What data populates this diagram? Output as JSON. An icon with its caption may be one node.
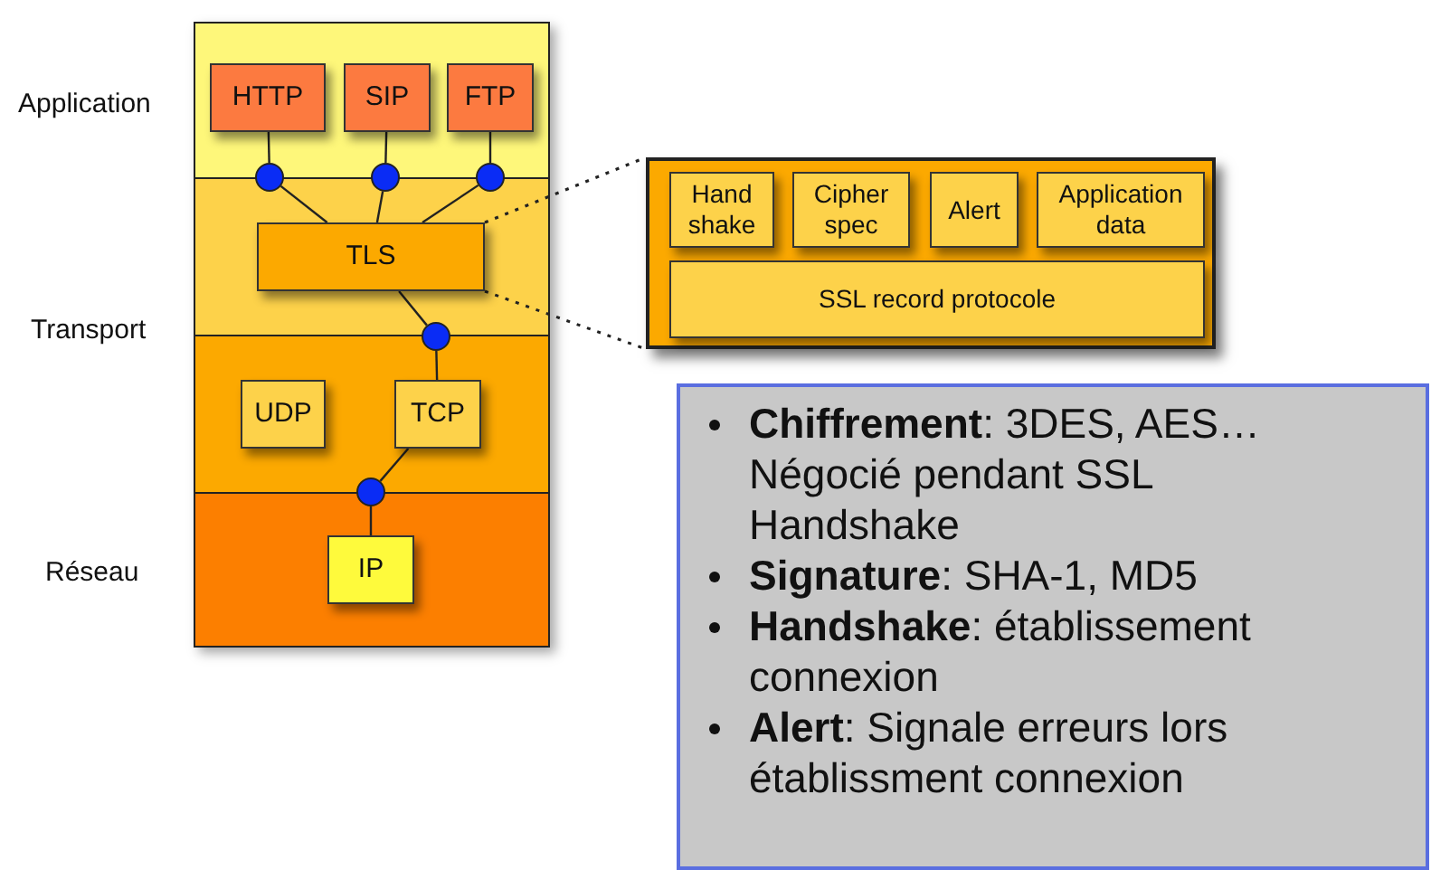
{
  "diagram": {
    "nodes": [
      {
        "text": [
          "HTTP"
        ]
      },
      {
        "text": [
          "SIP"
        ]
      },
      {
        "text": [
          "FTP"
        ]
      },
      {
        "text": [],
        "shape": "circle"
      },
      {
        "text": [],
        "shape": "circle"
      },
      {
        "text": [],
        "shape": "circle"
      },
      {
        "text": [
          "TLS"
        ]
      },
      {
        "text": [],
        "shape": "circle"
      },
      {
        "text": [
          "UDP"
        ]
      },
      {
        "text": [
          "TCP"
        ]
      },
      {
        "text": [],
        "shape": "circle"
      },
      {
        "text": [
          "IP"
        ]
      },
      {
        "text": [],
        "shape": "box"
      },
      {
        "text": [
          "Hand shake"
        ],
        "in": 12
      },
      {
        "text": [
          "Cipher spec"
        ],
        "in": 12
      },
      {
        "text": [
          "Alert"
        ],
        "in": 12
      },
      {
        "text": [
          "Application data"
        ],
        "in": 12
      },
      {
        "text": [
          "SSL record protocole"
        ],
        "in": 12
      },
      {
        "text": [
          "**Chiffrement**: 3DES, AES… Négocié pendant SSL Handshake",
          "**Signature**: SHA-1, MD5",
          "**Handshake**: établissement connexion",
          "**Alert**: Signale erreurs lors établissment connexion"
        ]
      }
    ],
    "edges": [
      {
        "from": 0,
        "to": 3,
        "arrow": "none"
      },
      {
        "from": 1,
        "to": 4,
        "arrow": "none"
      },
      {
        "from": 2,
        "to": 5,
        "arrow": "none"
      },
      {
        "from": 3,
        "to": 6,
        "arrow": "none"
      },
      {
        "from": 4,
        "to": 6,
        "arrow": "none"
      },
      {
        "from": 5,
        "to": 6,
        "arrow": "none"
      },
      {
        "from": 6,
        "to": 7,
        "arrow": "none"
      },
      {
        "from": 7,
        "to": 9,
        "arrow": "none"
      },
      {
        "from": 9,
        "to": 10,
        "arrow": "none"
      },
      {
        "from": 10,
        "to": 11,
        "arrow": "none"
      },
      {
        "from": 6,
        "to": 12,
        "arrow": "none",
        "style": "dashed"
      },
      {
        "from": 6,
        "to": 12,
        "arrow": "none",
        "style": "dashed"
      }
    ],
    "labels": [
      "Application",
      "Transport",
      "Réseau"
    ]
  }
}
